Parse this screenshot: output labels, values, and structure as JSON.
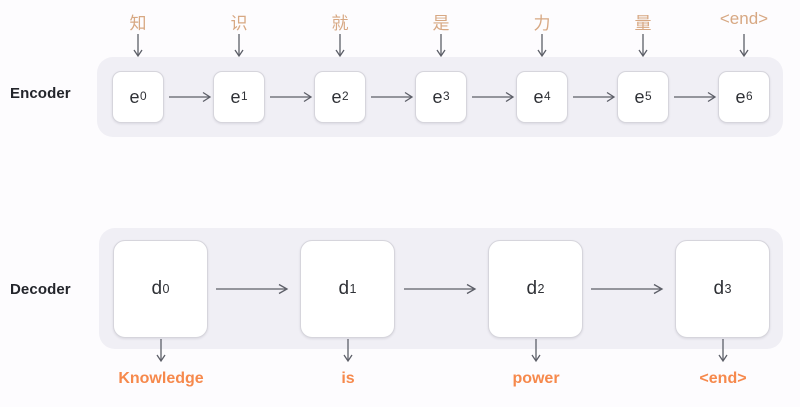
{
  "diagram": {
    "title": "Encoder-Decoder sequence-to-sequence diagram",
    "background_color": "#fdfcfe",
    "panel_color": "#f0eff5",
    "cell_color": "#ffffff",
    "input_token_color": "#d7a883",
    "output_token_color": "#f6894c",
    "label_color": "#23252b",
    "arrow_color": "#5d5f68"
  },
  "encoder": {
    "label": "Encoder",
    "cells": [
      {
        "base": "e",
        "sub": "0",
        "input_token": "知"
      },
      {
        "base": "e",
        "sub": "1",
        "input_token": "识"
      },
      {
        "base": "e",
        "sub": "2",
        "input_token": "就"
      },
      {
        "base": "e",
        "sub": "3",
        "input_token": "是"
      },
      {
        "base": "e",
        "sub": "4",
        "input_token": "力"
      },
      {
        "base": "e",
        "sub": "5",
        "input_token": "量"
      },
      {
        "base": "e",
        "sub": "6",
        "input_token": "<end>"
      }
    ]
  },
  "decoder": {
    "label": "Decoder",
    "cells": [
      {
        "base": "d",
        "sub": "0",
        "output_token": "Knowledge"
      },
      {
        "base": "d",
        "sub": "1",
        "output_token": "is"
      },
      {
        "base": "d",
        "sub": "2",
        "output_token": "power"
      },
      {
        "base": "d",
        "sub": "3",
        "output_token": "<end>"
      }
    ]
  }
}
